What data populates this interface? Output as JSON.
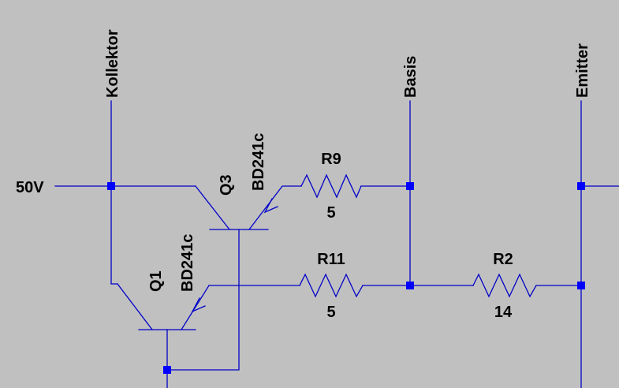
{
  "nets": {
    "collector": "Kollektor",
    "base": "Basis",
    "emitter": "Emitter",
    "supply": "50V"
  },
  "components": {
    "q3": {
      "ref": "Q3",
      "model": "BD241c"
    },
    "q1": {
      "ref": "Q1",
      "model": "BD241c"
    },
    "r9": {
      "ref": "R9",
      "value": "5"
    },
    "r11": {
      "ref": "R11",
      "value": "5"
    },
    "r2": {
      "ref": "R2",
      "value": "14"
    }
  },
  "colors": {
    "background": "#c0c0c0",
    "wire": "#0000c8",
    "node": "#0000ff",
    "text": "#000000"
  }
}
